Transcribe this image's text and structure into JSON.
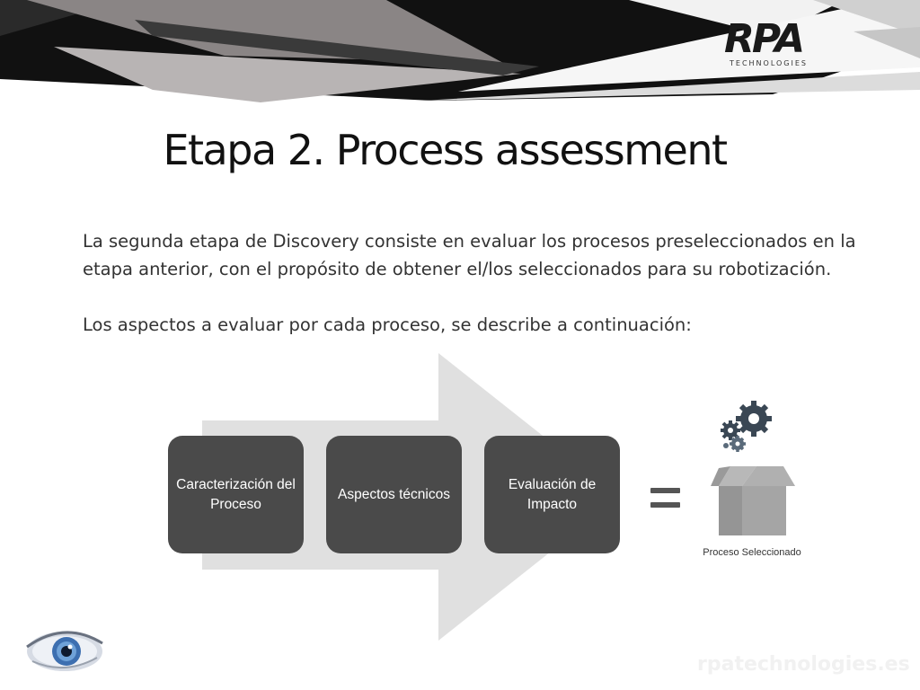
{
  "header": {
    "logo_text": "RPA",
    "logo_subtext": "TECHNOLOGIES"
  },
  "slide": {
    "title": "Etapa 2. Process assessment",
    "paragraph1": "La segunda etapa de Discovery consiste en evaluar los procesos preseleccionados en la etapa anterior, con el propósito de obtener el/los seleccionados para su robotización.",
    "paragraph2": "Los aspectos a evaluar por cada proceso, se describe a continuación:"
  },
  "diagram": {
    "steps": [
      {
        "label": "Caracterización del Proceso"
      },
      {
        "label": "Aspectos técnicos"
      },
      {
        "label": "Evaluación de Impacto"
      }
    ],
    "result_label": "Proceso Seleccionado"
  },
  "footer": {
    "website": "rpatechnologies.es"
  },
  "colors": {
    "box_fill": "#4a4a4a",
    "arrow_fill": "#e0e0e0",
    "header_dark": "#0d0d0d",
    "header_gray": "#8a8585",
    "icon_gray": "#a5a5a5"
  }
}
